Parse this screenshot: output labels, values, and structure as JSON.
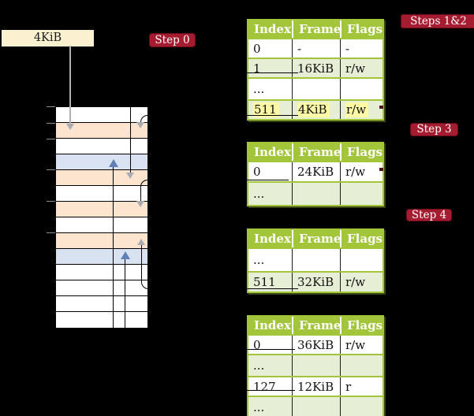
{
  "diagram": {
    "pointer_box": {
      "label": "4KiB"
    },
    "badges": {
      "step0": "Step 0",
      "steps12": "Steps 1&2",
      "step3": "Step 3",
      "step4": "Step 4"
    },
    "memory_column": {
      "rows": [
        "white",
        "orange",
        "white",
        "blue",
        "orange",
        "white",
        "orange",
        "white",
        "orange",
        "blue",
        "white",
        "white",
        "white",
        "white"
      ]
    },
    "tables": [
      {
        "name": "page-table-steps-1-2",
        "headers": [
          "Index",
          "Frame",
          "Flags"
        ],
        "rows": [
          {
            "cells": [
              "0",
              "-",
              "-"
            ]
          },
          {
            "cells": [
              "1",
              "16KiB",
              "r/w"
            ]
          },
          {
            "cells": [
              "...",
              "",
              ""
            ]
          },
          {
            "cells": [
              "511",
              "4KiB",
              "r/w"
            ]
          }
        ]
      },
      {
        "name": "page-table-step-3",
        "headers": [
          "Index",
          "Frame",
          "Flags"
        ],
        "rows": [
          {
            "cells": [
              "0",
              "24KiB",
              "r/w"
            ]
          },
          {
            "cells": [
              "...",
              "",
              ""
            ]
          }
        ]
      },
      {
        "name": "page-table-step-4",
        "headers": [
          "Index",
          "Frame",
          "Flags"
        ],
        "rows": [
          {
            "cells": [
              "...",
              "",
              ""
            ]
          },
          {
            "cells": [
              "511",
              "32KiB",
              "r/w"
            ]
          }
        ]
      },
      {
        "name": "page-table-final",
        "headers": [
          "Index",
          "Frame",
          "Flags"
        ],
        "rows": [
          {
            "cells": [
              "0",
              "36KiB",
              "r/w"
            ]
          },
          {
            "cells": [
              "...",
              "",
              ""
            ]
          },
          {
            "cells": [
              "127",
              "12KiB",
              "r"
            ]
          },
          {
            "cells": [
              "...",
              "",
              ""
            ]
          }
        ]
      }
    ],
    "colors": {
      "header_green": "#a3c53a",
      "row_shade_green": "#e7eed6",
      "mem_orange": "#fce4ce",
      "mem_blue": "#d8e2f1",
      "box_cream": "#fbf0d0",
      "badge_crimson": "#a51c30",
      "highlight_yellow": "#fdf9a6",
      "line_gray": "#b0b0b0",
      "line_blue": "#7b97c9",
      "arrow_blue": "#5f7fb8"
    }
  }
}
